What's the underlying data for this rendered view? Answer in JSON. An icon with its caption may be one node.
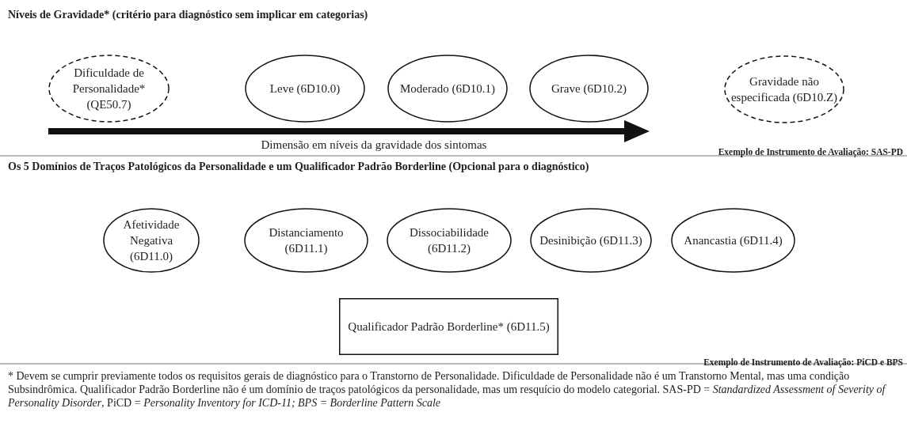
{
  "diagram": {
    "title": "Níveis de Gravidade* (critério para diagnóstico sem implicar em categorias)",
    "caption": "* Devem se cumprir previamente todos os requisitos gerais de diagnóstico para o Transtorno de Personalidade. Dificuldade de Personalidade não é um Transtorno Mental, mas uma condição Subsindrômica. Qualificador Padrão Borderline não é um domínio de traços patológicos da personalidade, mas um resquício do modelo categorial. SAS-PD = *Standardized Assessment of Severity of Personality Disorder*, PiCD = *Personality Inventory for ICD-11; BPS = Borderline Pattern Scale*",
    "nodes": [
      {
        "text": [
          "Dificuldade de Personalidade* (QE50.7)"
        ]
      },
      {
        "text": [
          "Leve (6D10.0)"
        ]
      },
      {
        "text": [
          "Moderado (6D10.1)"
        ]
      },
      {
        "text": [
          "Grave (6D10.2)"
        ]
      },
      {
        "text": [
          "Gravidade não especificada (6D10.Z)"
        ]
      },
      {
        "text": [
          "Afetividade Negativa (6D11.0)"
        ]
      },
      {
        "text": [
          "Distanciamento (6D11.1)"
        ]
      },
      {
        "text": [
          "Dissociabilidade (6D11.2)"
        ]
      },
      {
        "text": [
          "Desinibição (6D11.3)"
        ]
      },
      {
        "text": [
          "Anancastia (6D11.4)"
        ]
      },
      {
        "text": [
          "Qualificador Padrão Borderline* (6D11.5)"
        ]
      }
    ],
    "edges": [],
    "labels": [
      "Dimensão em níveis da gravidade dos sintomas",
      "Exemplo de Instrumento de Avaliação: SAS-PD",
      "Os 5 Domínios de Traços Patológicos da Personalidade e um Qualificador Padrão Borderline (Opcional para o diagnóstico)",
      "Exemplo de Instrumento de Avaliação: PiCD e BPS"
    ]
  }
}
